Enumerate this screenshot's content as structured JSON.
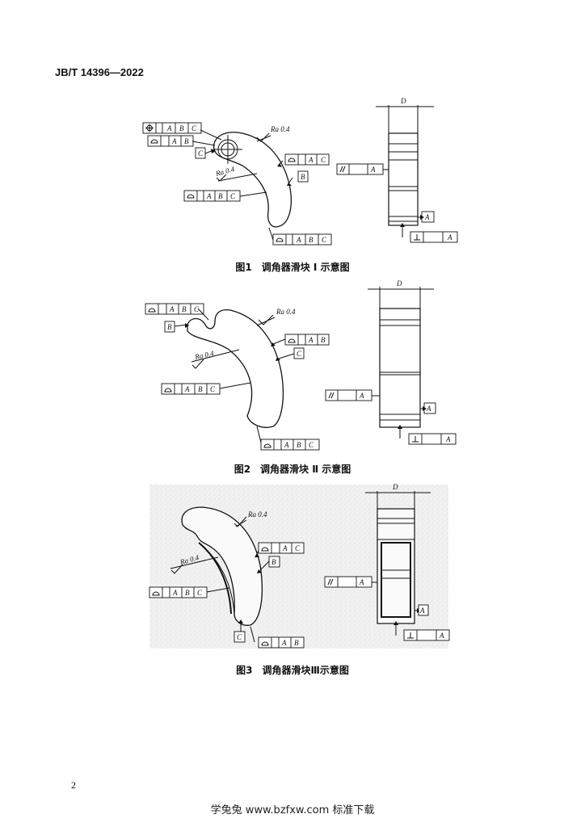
{
  "header": {
    "standard_number": "JB/T 14396—2022"
  },
  "figures": [
    {
      "caption": "图1　调角器滑块 Ⅰ 示意图",
      "dimension_label": "D",
      "roughness_label": "Ra 0.4",
      "roughness_label_2": "Ra 0.4",
      "fcf_position": [
        "A",
        "B",
        "C"
      ],
      "fcf_profile_AB": [
        "A",
        "B"
      ],
      "fcf_profile_AC": [
        "A",
        "C"
      ],
      "fcf_profile_ABC_inner": [
        "A",
        "B",
        "C"
      ],
      "fcf_profile_ABC_bottom": [
        "A",
        "B",
        "C"
      ],
      "fcf_parallel": [
        "A"
      ],
      "fcf_perpendicular": [
        "A"
      ],
      "datum_labels": [
        "A",
        "B",
        "C"
      ]
    },
    {
      "caption": "图2　调角器滑块 Ⅱ 示意图",
      "dimension_label": "D",
      "roughness_label": "Ra 0.4",
      "roughness_label_2": "Ra 0.4",
      "fcf_profile_ABC_top": [
        "A",
        "B",
        "C"
      ],
      "fcf_profile_AB": [
        "A",
        "B"
      ],
      "fcf_profile_ABC_inner": [
        "A",
        "B",
        "C"
      ],
      "fcf_profile_ABC_bottom": [
        "A",
        "B",
        "C"
      ],
      "fcf_parallel": [
        "A"
      ],
      "fcf_perpendicular": [
        "A"
      ],
      "datum_labels": [
        "A",
        "B",
        "C"
      ]
    },
    {
      "caption": "图3　调角器滑块Ⅲ示意图",
      "dimension_label": "D",
      "roughness_label": "Ra 0.4",
      "roughness_label_2": "Ra 0.4",
      "fcf_profile_AC": [
        "A",
        "C"
      ],
      "fcf_profile_ABC_inner": [
        "A",
        "B",
        "C"
      ],
      "fcf_profile_AB": [
        "A",
        "B"
      ],
      "fcf_parallel": [
        "A"
      ],
      "fcf_perpendicular": [
        "A"
      ],
      "datum_labels": [
        "A",
        "B",
        "C"
      ]
    }
  ],
  "page_number": "2",
  "footer": {
    "text": "学兔兔 www.bzfxw.com 标准下载"
  }
}
